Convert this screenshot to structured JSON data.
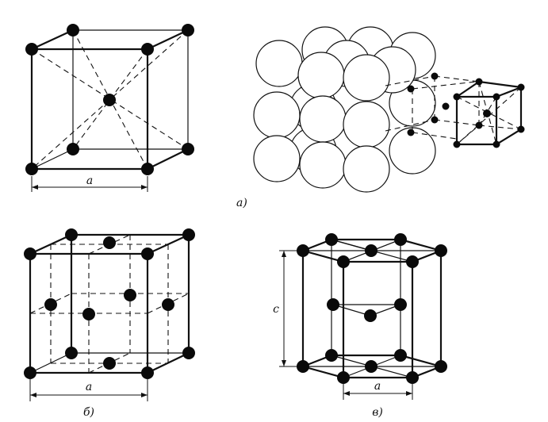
{
  "panels": {
    "bcc": {
      "dimension_label": "a",
      "panel_label": "а)"
    },
    "fcc": {
      "dimension_label": "a",
      "panel_label": "б)"
    },
    "hcp": {
      "dimension_label_a": "a",
      "dimension_label_c": "c",
      "panel_label": "в)"
    }
  }
}
